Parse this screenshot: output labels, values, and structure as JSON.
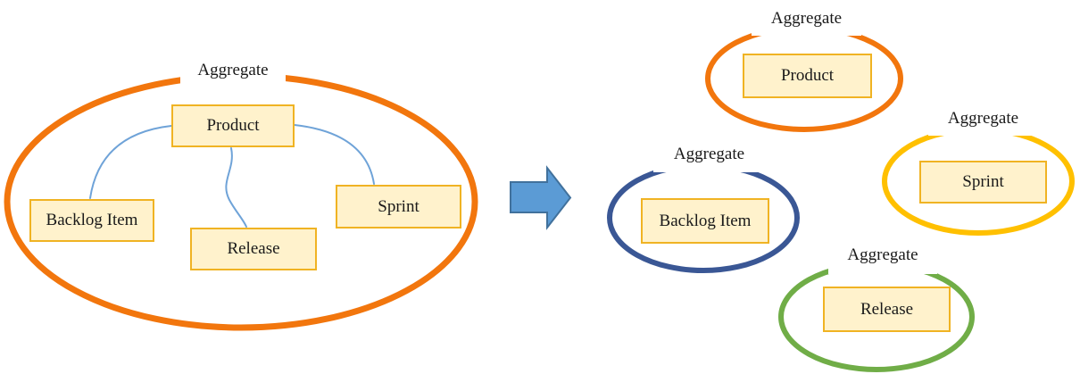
{
  "colors": {
    "orange": "#F2760D",
    "navy": "#3A5795",
    "gold": "#FFC000",
    "green": "#70AD47",
    "node_fill": "#FFF2CC",
    "node_border": "#F0B323",
    "connector_blue": "#6FA3D8",
    "arrow_fill": "#5B9BD5",
    "arrow_border": "#41719C",
    "label_bg": "#FFFFFF",
    "text": "#1A1A1A"
  },
  "left_diagram": {
    "aggregate_label": "Aggregate",
    "nodes": {
      "product": "Product",
      "backlog_item": "Backlog Item",
      "release": "Release",
      "sprint": "Sprint"
    }
  },
  "right_diagram": {
    "aggregates": [
      {
        "label": "Aggregate",
        "node": "Product",
        "color": "#F2760D"
      },
      {
        "label": "Aggregate",
        "node": "Backlog Item",
        "color": "#3A5795"
      },
      {
        "label": "Aggregate",
        "node": "Sprint",
        "color": "#FFC000"
      },
      {
        "label": "Aggregate",
        "node": "Release",
        "color": "#70AD47"
      }
    ]
  }
}
